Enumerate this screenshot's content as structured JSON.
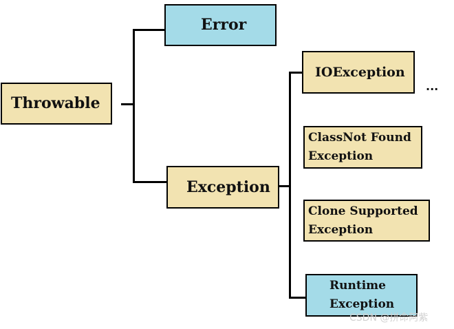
{
  "diagram": {
    "root": {
      "label": "Throwable"
    },
    "level1": {
      "error": "Error",
      "exception": "Exception"
    },
    "exception_children": {
      "io": "IOException",
      "class_not_found": [
        "ClassNot Found",
        "Exception"
      ],
      "clone_supported": [
        "Clone Supported",
        "Exception"
      ],
      "runtime": [
        "Runtime",
        "Exception"
      ]
    },
    "ellipsis": "...",
    "colors": {
      "cream": "#f2e3b1",
      "blue": "#a4dbe8",
      "border": "#000000"
    }
  },
  "watermark": "CSDN @拼命阿紫"
}
